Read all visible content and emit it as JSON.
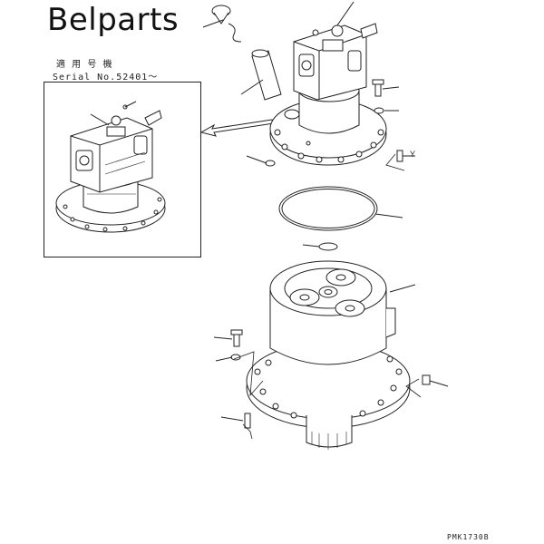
{
  "brand": "Belparts",
  "applicability_label": "適 用 号 機",
  "serial_label": "Serial No.52401～",
  "drawing_code": "PMK1730B",
  "side_label": "Y"
}
